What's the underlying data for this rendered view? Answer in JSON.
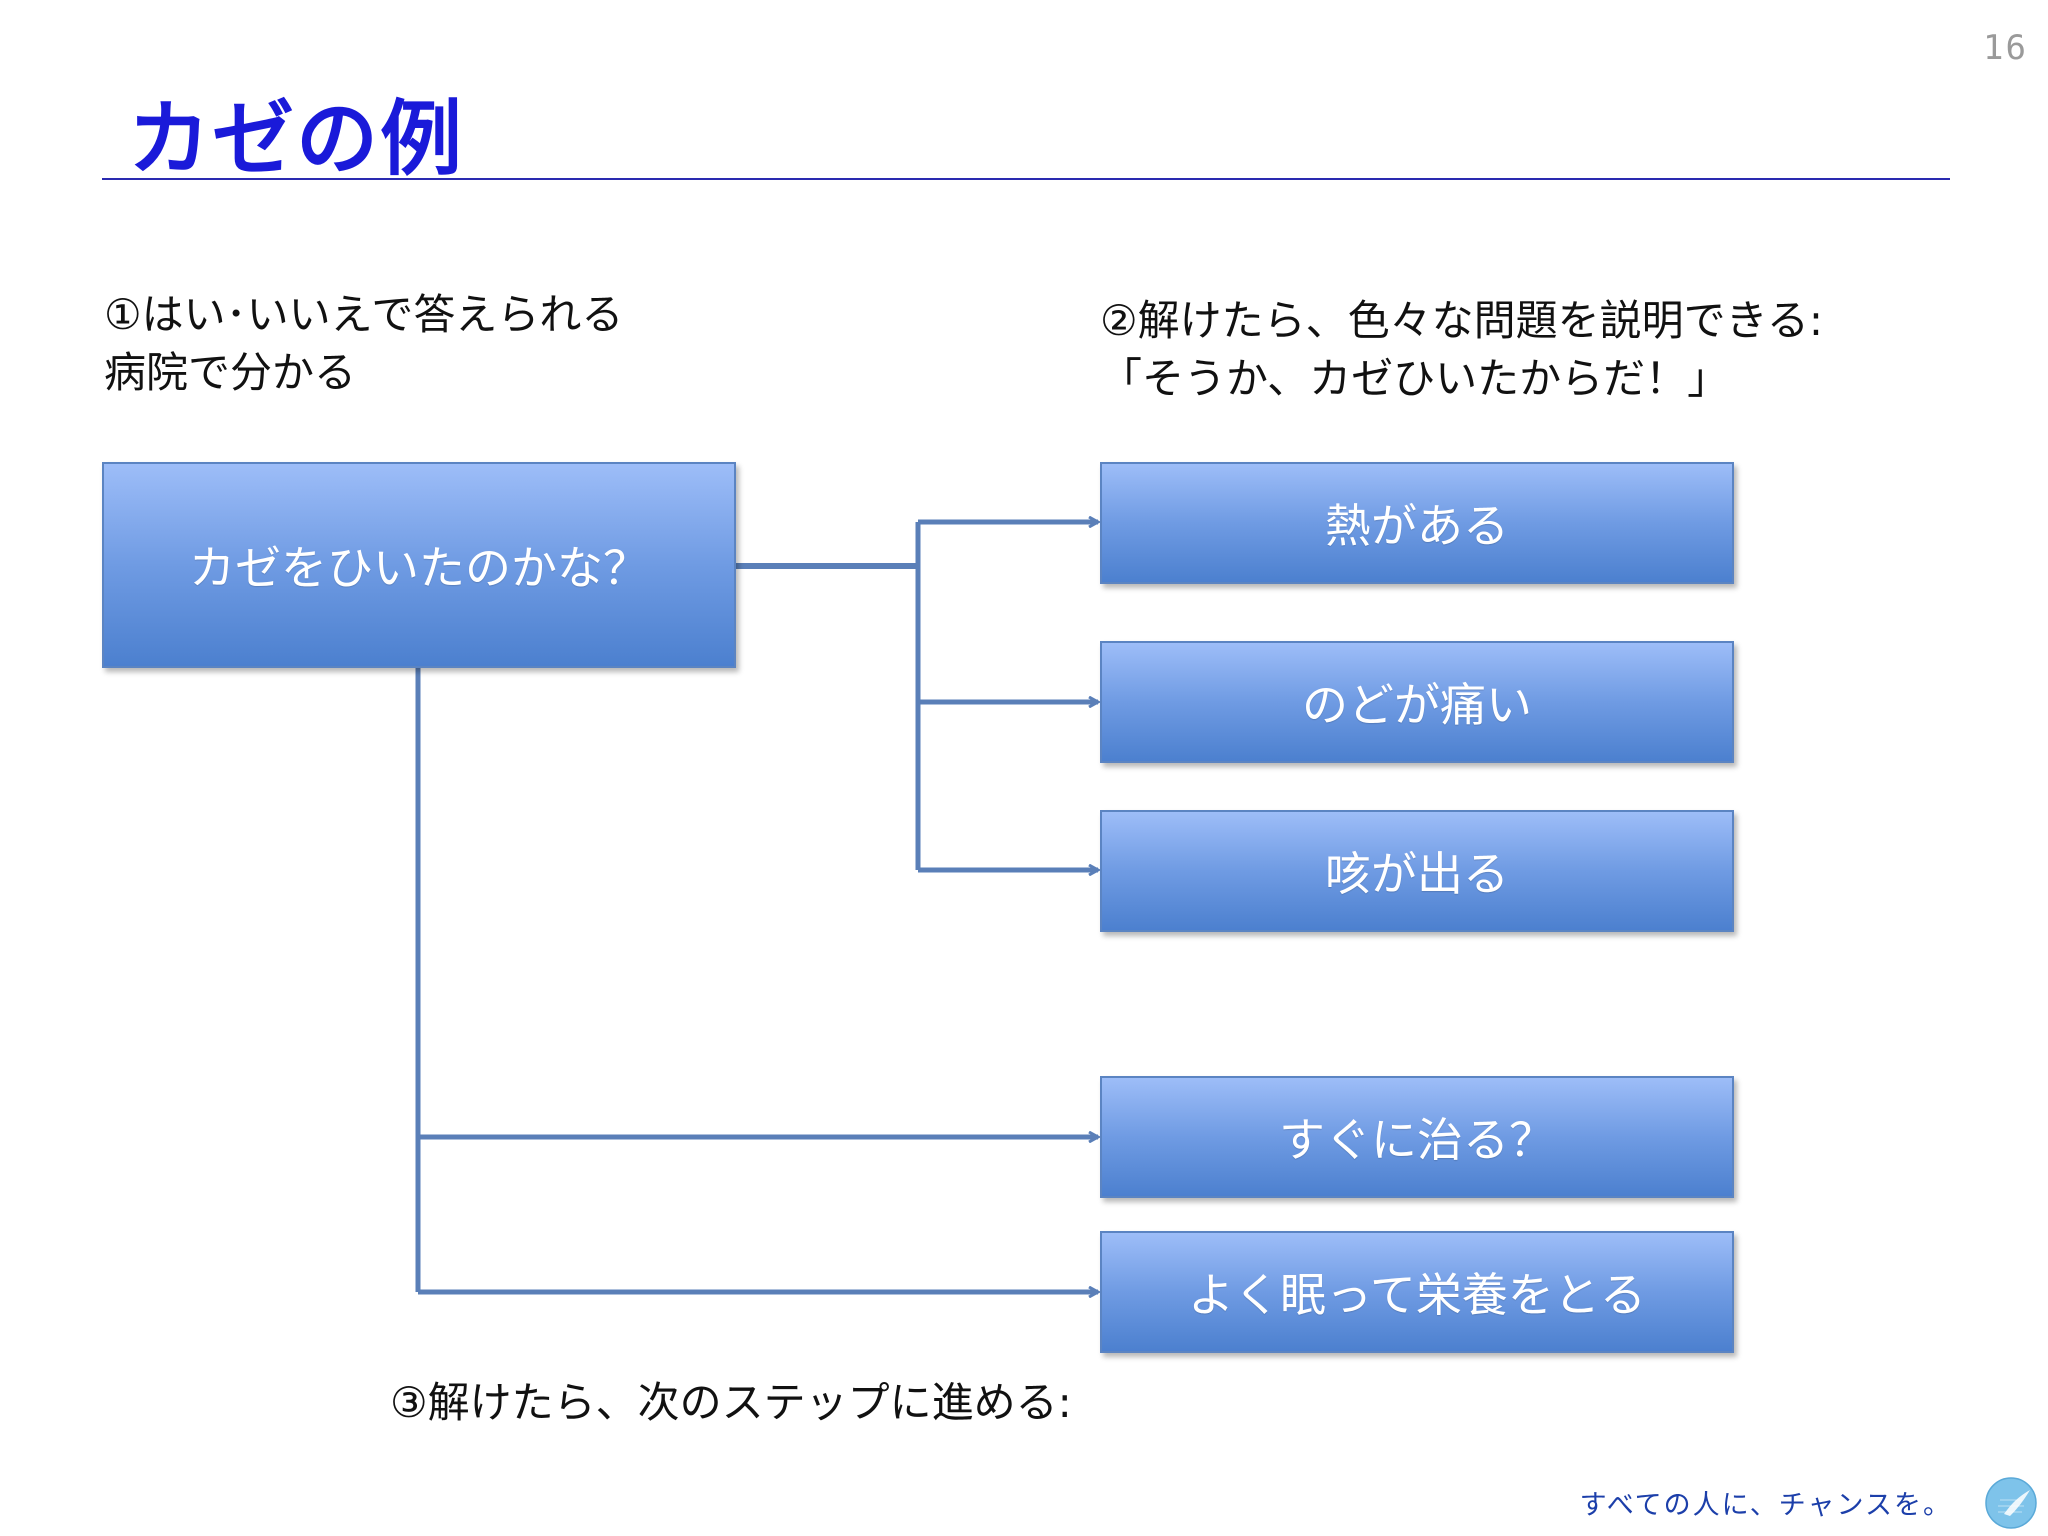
{
  "page": {
    "number": "16"
  },
  "title": "カゼの例",
  "notes": {
    "one": {
      "line1": "①はい･いいえで答えられる",
      "line2": "病院で分かる"
    },
    "two": {
      "line1": "②解けたら、色々な問題を説明できる:",
      "line2": "「そうか、カゼひいたからだ！」"
    },
    "three": {
      "line1": "③解けたら、次のステップに進める:"
    }
  },
  "question_box": {
    "label": "カゼをひいたのかな？"
  },
  "symptom_boxes": [
    {
      "label": "熱がある"
    },
    {
      "label": "のどが痛い"
    },
    {
      "label": "咳が出る"
    }
  ],
  "next_step_boxes": [
    {
      "label": "すぐに治る？"
    },
    {
      "label": "よく眠って栄養をとる"
    }
  ],
  "footer": {
    "tagline": "すべての人に、チャンスを。"
  },
  "colors": {
    "title": "#1a1ad9",
    "box_top": "#9dbdf8",
    "box_bottom": "#4c80cf",
    "connector": "#5a7fb8",
    "tagline": "#1c3faa"
  },
  "logo": {
    "icon": "dove-globe-logo-icon"
  }
}
